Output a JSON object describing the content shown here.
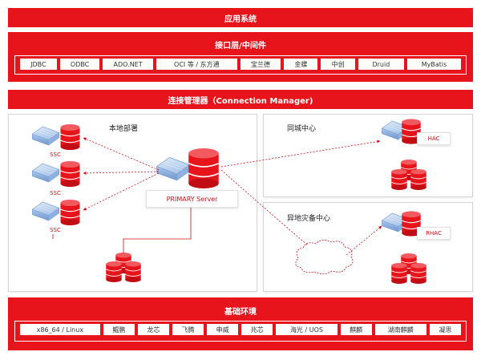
{
  "app_layer": {
    "title": "应用系统"
  },
  "interface_layer": {
    "title": "接口层/中间件",
    "items": [
      "JDBC",
      "ODBC",
      "ADO.NET",
      "OCI 等 / 东方通",
      "宝兰德",
      "金蝶",
      "中创",
      "Druid",
      "MyBatis"
    ]
  },
  "connection_manager": {
    "title": "连接管理器（Connection Manager)"
  },
  "local": {
    "title": "本地部署",
    "ssc_labels": [
      "SSC",
      "SSC",
      "SSC"
    ],
    "primary_label": "PRIMARY Server"
  },
  "same_city": {
    "title": "同城中心",
    "node_label": "HAC"
  },
  "remote": {
    "title": "异地灾备中心",
    "node_label": "RHAC"
  },
  "base_layer": {
    "title": "基础环境",
    "items": [
      "x86_64 / Linux",
      "鲲鹏",
      "龙芯",
      "飞腾",
      "申威",
      "兆芯",
      "海光 / UOS",
      "麒麟",
      "湖南麒麟",
      "凝思"
    ]
  },
  "colors": {
    "accent": "#e8141c",
    "server_blue": "#8fb4e3",
    "db_red": "#e8141c"
  }
}
